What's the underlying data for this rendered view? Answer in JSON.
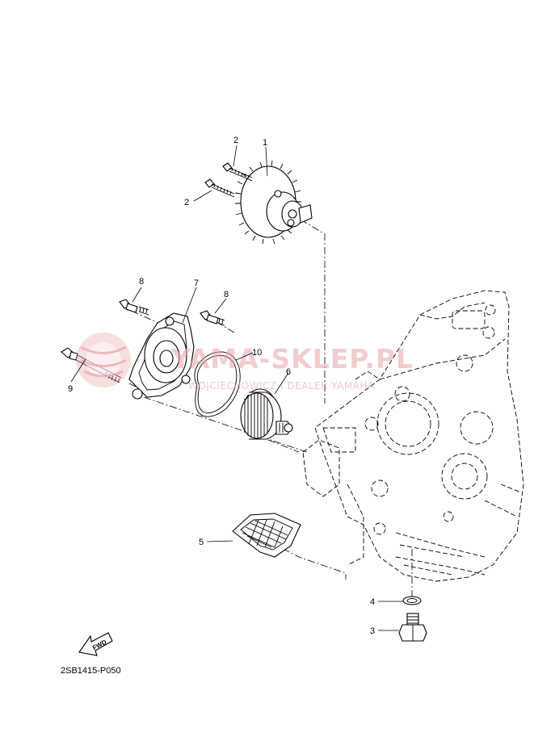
{
  "diagram": {
    "drawing_code": "2SB1415-P050",
    "fwd_label": "FWD",
    "watermark": {
      "title": "YAMA-SKLEP.PL",
      "subtitle": "WOJCIECHOWICZ I DEALER YAMAHA"
    },
    "callouts": [
      {
        "id": "c1",
        "text": "1"
      },
      {
        "id": "c2a",
        "text": "2"
      },
      {
        "id": "c2b",
        "text": "2"
      },
      {
        "id": "c3",
        "text": "3"
      },
      {
        "id": "c4",
        "text": "4"
      },
      {
        "id": "c5",
        "text": "5"
      },
      {
        "id": "c6",
        "text": "6"
      },
      {
        "id": "c7",
        "text": "7"
      },
      {
        "id": "c8a",
        "text": "8"
      },
      {
        "id": "c8b",
        "text": "8"
      },
      {
        "id": "c9",
        "text": "9"
      },
      {
        "id": "c10",
        "text": "10"
      }
    ],
    "colors": {
      "line": "#000000",
      "watermark": "#e8a3a6",
      "background": "#ffffff"
    }
  }
}
